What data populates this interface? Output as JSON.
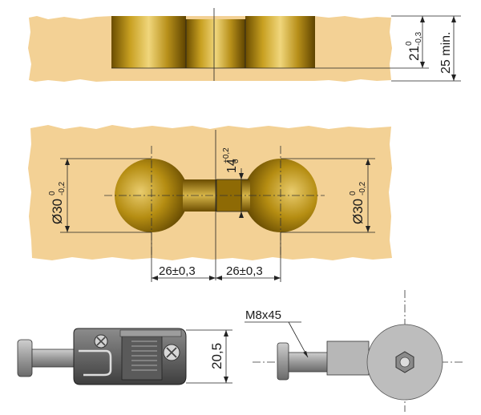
{
  "dimensions": {
    "groove_depth": {
      "value": "21",
      "upper": "0",
      "lower": "-0,3"
    },
    "board_thickness_min": "25 min.",
    "groove_width": {
      "value": "14",
      "upper": "+0,2",
      "lower": "0"
    },
    "left_bore": {
      "prefix": "Ø30",
      "upper": "0",
      "lower": "-0,2"
    },
    "right_bore": {
      "prefix": "Ø30",
      "upper": "0",
      "lower": "-0,2"
    },
    "spacing_left": "26±0,3",
    "spacing_right": "26±0,3",
    "connector_height": "20,5",
    "bolt_size": "M8x45"
  },
  "colors": {
    "wood": "#f3d195",
    "brass_dark": "#7a5a00",
    "brass_mid": "#b58d12",
    "brass_light": "#e2c56a",
    "connector_body": "#6e6e6e",
    "bolt_grey": "#b4b4b4"
  }
}
